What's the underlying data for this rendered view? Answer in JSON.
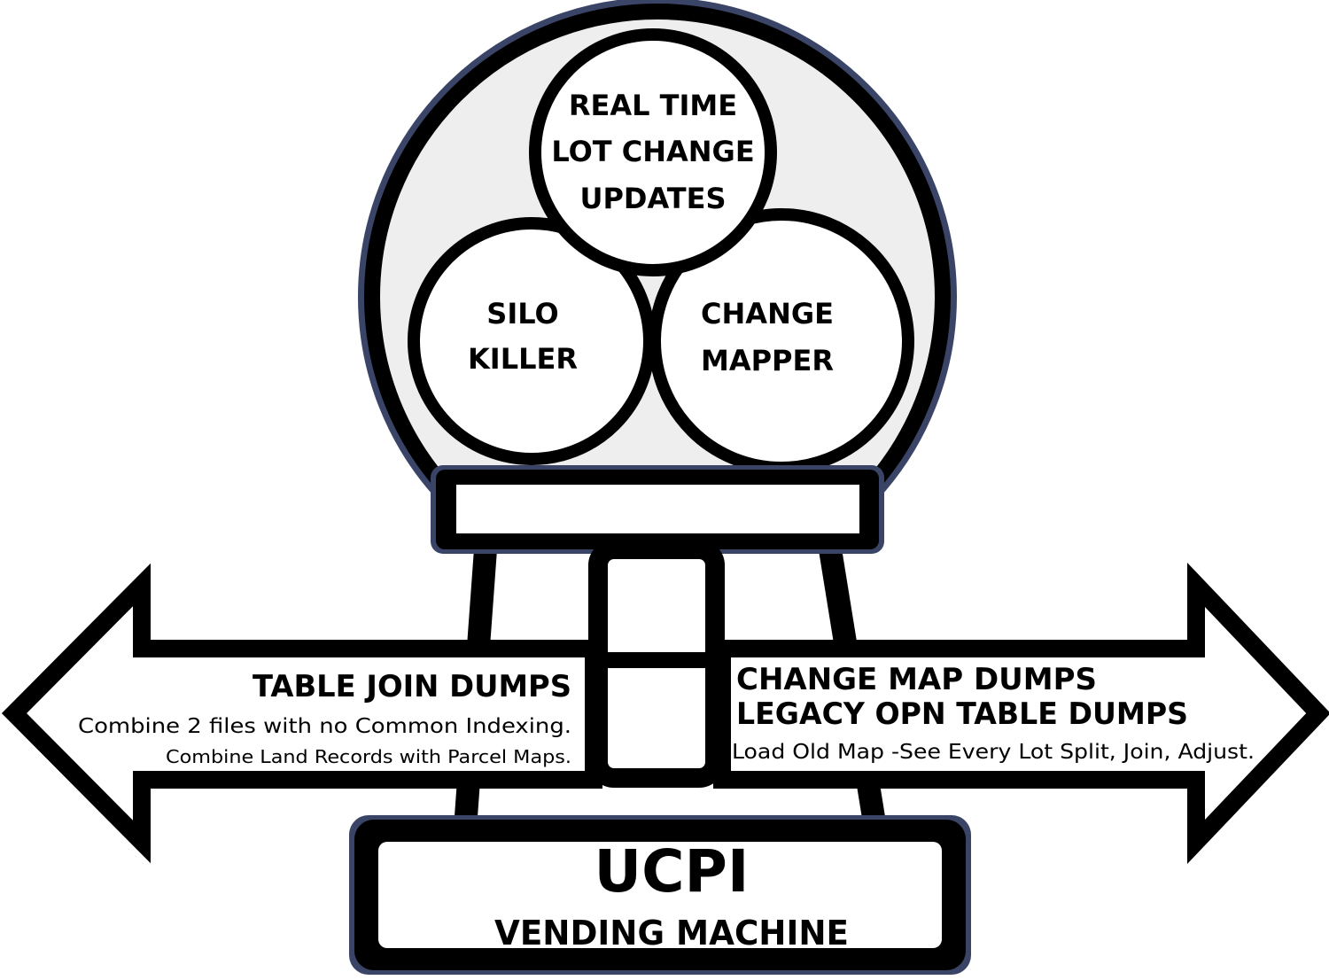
{
  "colors": {
    "outline": "#000000",
    "halo": "#3a4466",
    "globe_fill": "#eeeeee",
    "fill": "#ffffff"
  },
  "globe": {
    "top_circle": [
      "REAL TIME",
      "LOT CHANGE",
      "UPDATES"
    ],
    "left_circle": [
      "SILO",
      "KILLER"
    ],
    "right_circle": [
      "CHANGE",
      "MAPPER"
    ]
  },
  "left_arrow": {
    "title": "TABLE JOIN DUMPS",
    "line1": "Combine 2 files with no Common Indexing.",
    "line2": "Combine Land Records with Parcel Maps."
  },
  "right_arrow": {
    "title1": "CHANGE MAP DUMPS",
    "title2": "LEGACY OPN TABLE DUMPS",
    "line1": "Load Old Map -See Every Lot Split, Join, Adjust."
  },
  "base": {
    "title": "UCPI",
    "subtitle": "VENDING MACHINE"
  }
}
